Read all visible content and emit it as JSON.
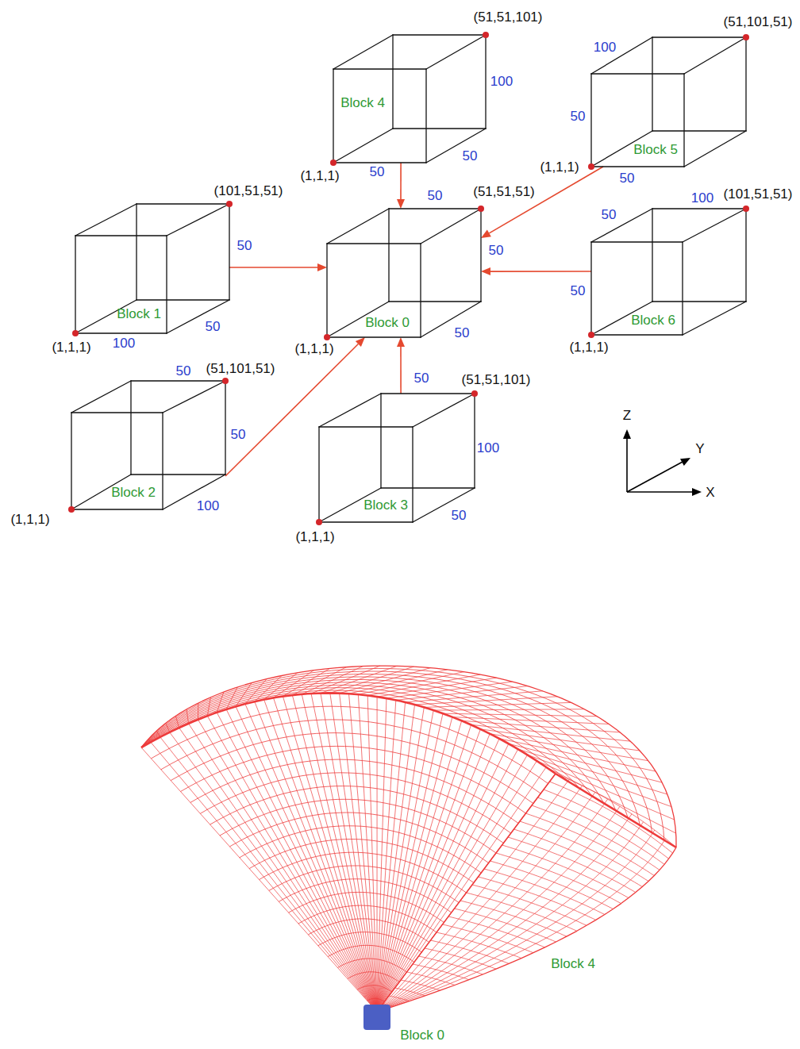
{
  "diagram": {
    "nodes": [
      {
        "text": [
          "Block 4"
        ]
      },
      {
        "text": [
          "Block 5"
        ]
      },
      {
        "text": [
          "Block 1"
        ]
      },
      {
        "text": [
          "Block 0"
        ]
      },
      {
        "text": [
          "Block 6"
        ]
      },
      {
        "text": [
          "Block 2"
        ]
      },
      {
        "text": [
          "Block 3"
        ]
      }
    ],
    "edges": [
      {
        "from": 0,
        "to": 3,
        "arrow": "to"
      },
      {
        "from": 1,
        "to": 3,
        "arrow": "to"
      },
      {
        "from": 2,
        "to": 3,
        "arrow": "to"
      },
      {
        "from": 4,
        "to": 3,
        "arrow": "to"
      },
      {
        "from": 5,
        "to": 3,
        "arrow": "to"
      },
      {
        "from": 6,
        "to": 3,
        "arrow": "to"
      }
    ],
    "labels": [
      "(51,51,101)",
      "100",
      "(1,1,1)",
      "50",
      "50",
      "(51,101,51)",
      "100",
      "50",
      "(1,1,1)",
      "50",
      "(101,51,51)",
      "50",
      "50",
      "(1,1,1)",
      "100",
      "50",
      "(51,51,51)",
      "50",
      "(1,1,1)",
      "50",
      "50",
      "100",
      "(101,51,51)",
      "50",
      "(1,1,1)",
      "50",
      "(51,101,51)",
      "50",
      "100",
      "(1,1,1)",
      "50",
      "(51,51,101)",
      "100",
      "50",
      "(1,1,1)",
      "Z",
      "Y",
      "X",
      "Block 4",
      "Block 0"
    ]
  }
}
